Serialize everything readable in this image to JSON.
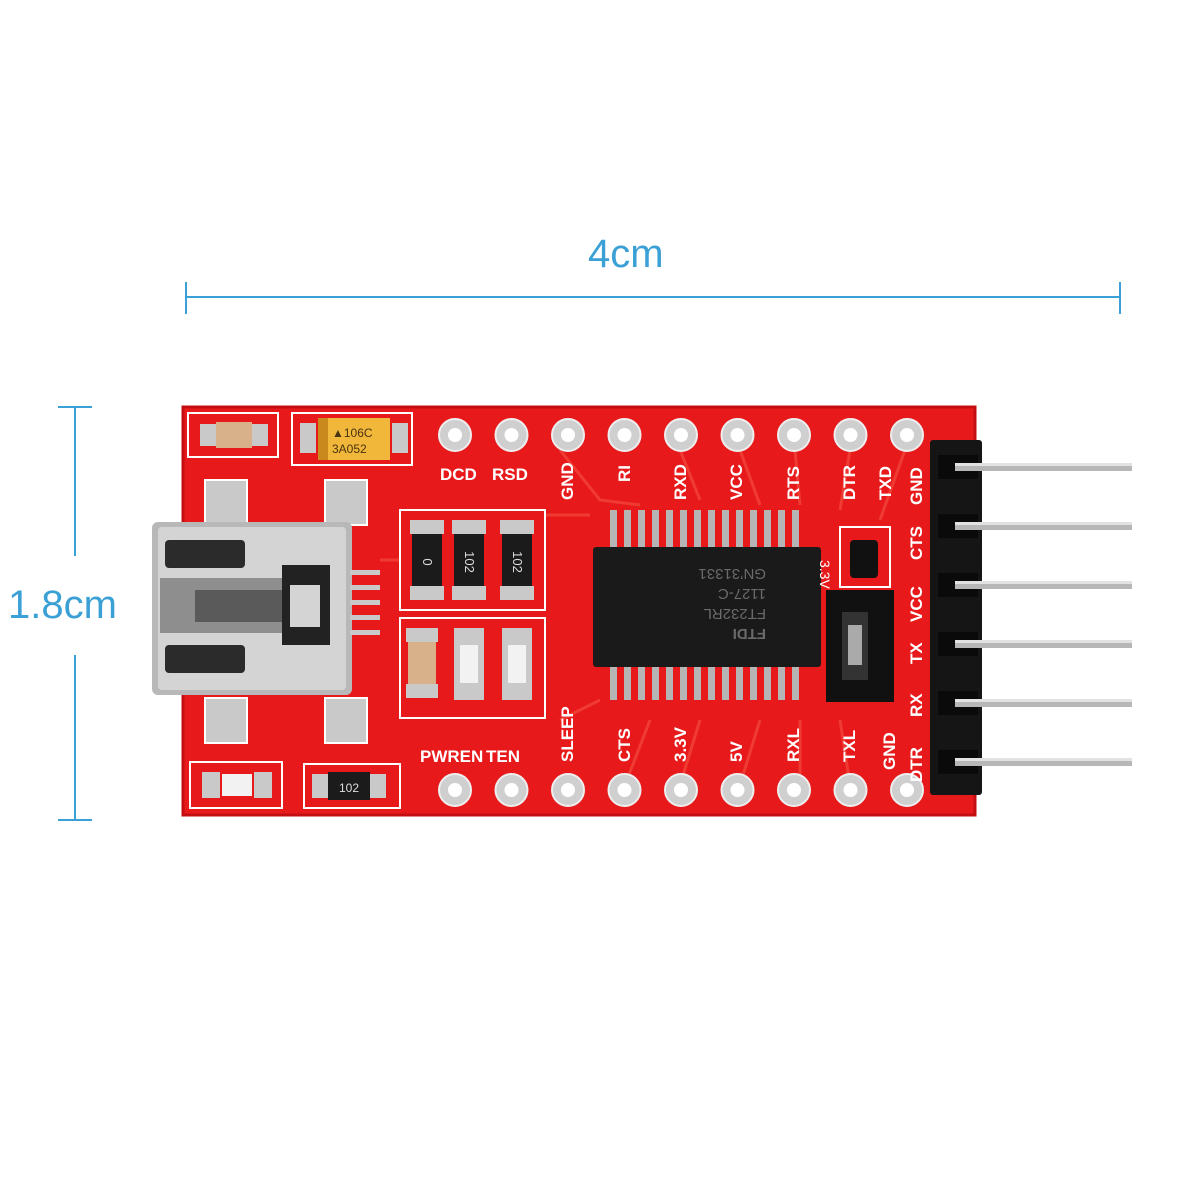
{
  "dimensions": {
    "width": "4cm",
    "height": "1.8cm"
  },
  "colors": {
    "pcb": "#e8191b",
    "dimension": "#3aa0d6",
    "silk": "#ffffff",
    "chip": "#1a1a1a",
    "header": "#151515",
    "pin": "#b7b7b7"
  },
  "top_pins": [
    "DCD",
    "RSD",
    "GND",
    "RI",
    "RXD",
    "VCC",
    "RTS",
    "DTR",
    "TXD"
  ],
  "bottom_pins": [
    "PWREN",
    "TEN",
    "SLEEP",
    "CTS",
    "3.3V",
    "5V",
    "RXL",
    "TXL",
    "GND"
  ],
  "header_pins": [
    "GND",
    "CTS",
    "VCC",
    "TX",
    "RX",
    "DTR"
  ],
  "jumper_label": "3.3V",
  "cap_marking": [
    "▲106C",
    "3A052"
  ],
  "resistor_markings": [
    "0",
    "102",
    "102",
    "102"
  ],
  "chip_marking": [
    "FTDI",
    "FT232RL",
    "1127-C",
    "GN’31331"
  ]
}
